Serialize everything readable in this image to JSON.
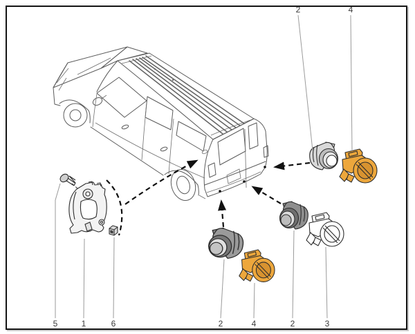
{
  "figure": {
    "background": "#ffffff",
    "border_color": "#141414",
    "line_color": "#5a5a5a",
    "arrow_color": "#111111",
    "leader_color": "#9a9a9a",
    "bracket_fill_color": "#eda73c",
    "bracket_outline_alt_color": "#e2871f",
    "sensor_body_color": "#8f8f8f",
    "sensor_body_light_color": "#d9d9d9"
  },
  "callouts": {
    "top": [
      {
        "label": "2"
      },
      {
        "label": "4"
      }
    ],
    "bottom": [
      {
        "label": "5"
      },
      {
        "label": "1"
      },
      {
        "label": "6"
      },
      {
        "label": "2"
      },
      {
        "label": "4"
      },
      {
        "label": "2"
      },
      {
        "label": "3"
      }
    ]
  }
}
